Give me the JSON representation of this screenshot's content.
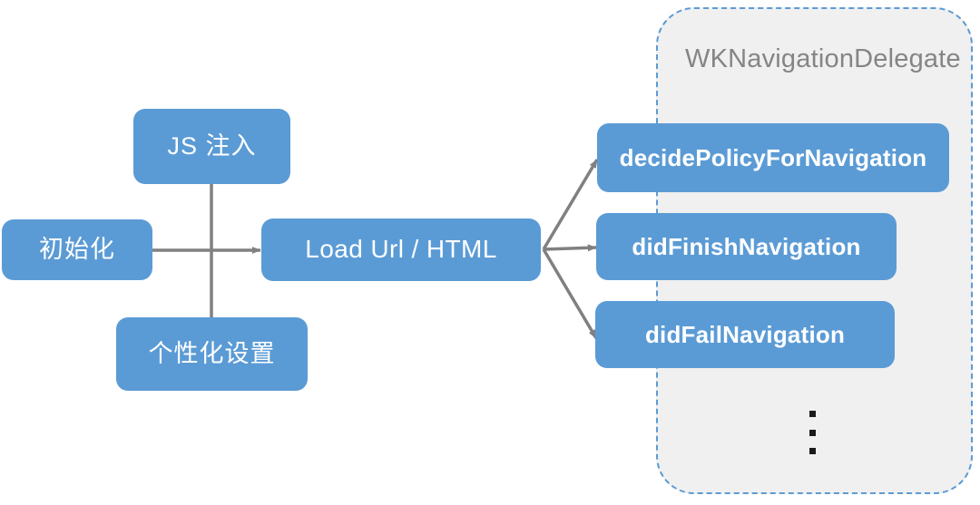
{
  "diagram": {
    "title_hidden": "",
    "colors": {
      "node_fill": "#5b9bd5",
      "node_text": "#ffffff",
      "group_fill": "#f0f0f0",
      "group_border": "#5b9bd5",
      "group_title_text": "#858585",
      "edge": "#808080",
      "canvas": "#ffffff",
      "dot": "#1a1a1a"
    },
    "group": {
      "name": "wk-navigation-delegate-group",
      "label": "WKNavigationDelegate",
      "border_style": "dashed",
      "ellipsis": "vertical-ellipsis"
    },
    "nodes": [
      {
        "id": "js-injection",
        "label": "JS 注入",
        "script": "cjk"
      },
      {
        "id": "initialization",
        "label": "初始化",
        "script": "cjk"
      },
      {
        "id": "personalization-settings",
        "label": "个性化设置",
        "script": "cjk"
      },
      {
        "id": "load-url-html",
        "label": "Load Url / HTML",
        "script": "latin-light"
      },
      {
        "id": "decide-policy-for-navigation",
        "label": "decidePolicyForNavigation",
        "script": "latin-bold"
      },
      {
        "id": "did-finish-navigation",
        "label": "didFinishNavigation",
        "script": "latin-bold"
      },
      {
        "id": "did-fail-navigation",
        "label": "didFailNavigation",
        "script": "latin-bold"
      }
    ],
    "edges": [
      {
        "id": "initialization-to-load",
        "from": "initialization",
        "to": "load-url-html",
        "arrow": true
      },
      {
        "id": "js-injection-to-load",
        "from": "js-injection",
        "to": "load-url-html",
        "arrow": false
      },
      {
        "id": "personalization-to-load",
        "from": "personalization-settings",
        "to": "load-url-html",
        "arrow": false
      },
      {
        "id": "load-to-decide-policy",
        "from": "load-url-html",
        "to": "decide-policy-for-navigation",
        "arrow": true
      },
      {
        "id": "load-to-did-finish",
        "from": "load-url-html",
        "to": "did-finish-navigation",
        "arrow": true
      },
      {
        "id": "load-to-did-fail",
        "from": "load-url-html",
        "to": "did-fail-navigation",
        "arrow": true
      }
    ]
  }
}
